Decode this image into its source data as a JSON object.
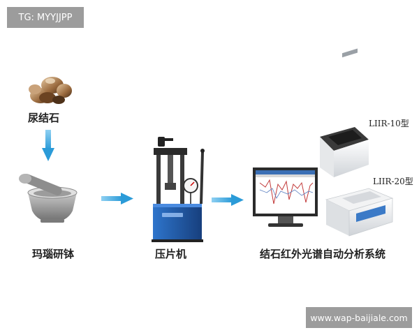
{
  "tags": {
    "tg": "TG: MYYJJPP",
    "site": "www.wap-baijiale.com"
  },
  "steps": {
    "stone": "尿结石",
    "mortar": "玛瑙研钵",
    "press": "压片机",
    "system": "结石红外光谱自动分析系统"
  },
  "models": {
    "model_10": "LIIR-10型",
    "model_20": "LIIR-20型"
  },
  "colors": {
    "arrow": "#3aa6dc",
    "press_body": "#1f5fb3",
    "background": "#ffffff"
  }
}
